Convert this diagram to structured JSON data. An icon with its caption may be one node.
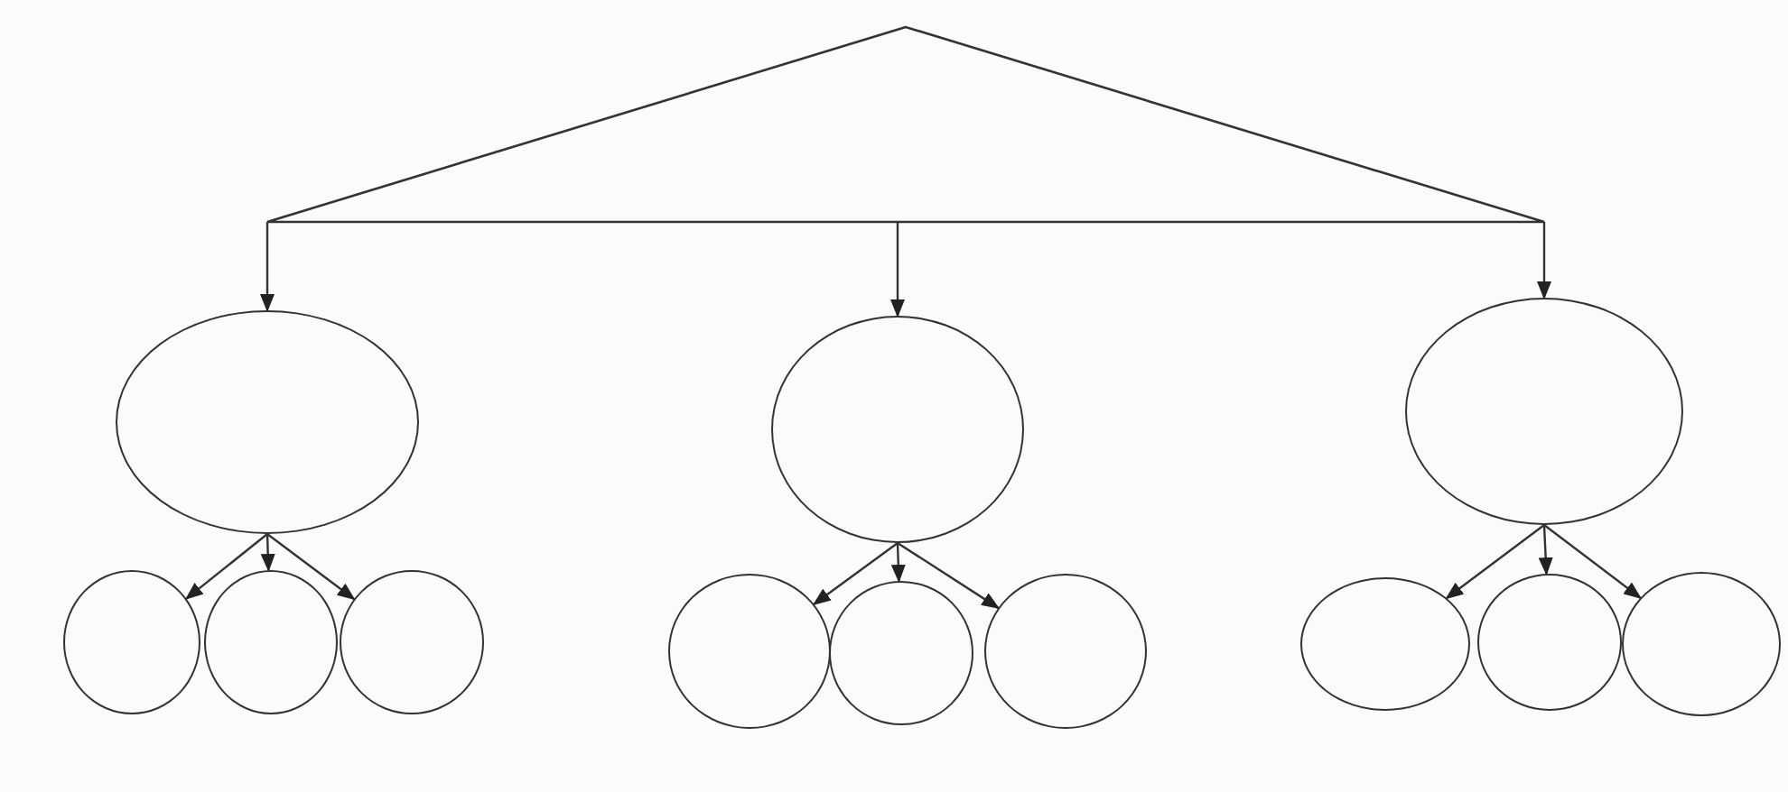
{
  "diagram": {
    "nodes": [
      {
        "text": [],
        "shape": "triangle"
      },
      {
        "text": [],
        "shape": "circle"
      },
      {
        "text": [],
        "shape": "circle"
      },
      {
        "text": [],
        "shape": "circle"
      },
      {
        "text": [],
        "shape": "circle"
      },
      {
        "text": [],
        "shape": "circle"
      },
      {
        "text": [],
        "shape": "circle"
      },
      {
        "text": [],
        "shape": "circle"
      },
      {
        "text": [],
        "shape": "circle"
      },
      {
        "text": [],
        "shape": "circle"
      },
      {
        "text": [],
        "shape": "circle"
      },
      {
        "text": [],
        "shape": "circle"
      },
      {
        "text": [],
        "shape": "circle"
      }
    ],
    "edges": [
      {
        "from": 0,
        "to": 1,
        "arrow": "to"
      },
      {
        "from": 0,
        "to": 2,
        "arrow": "to"
      },
      {
        "from": 0,
        "to": 3,
        "arrow": "to"
      },
      {
        "from": 1,
        "to": 4,
        "arrow": "to"
      },
      {
        "from": 1,
        "to": 5,
        "arrow": "to"
      },
      {
        "from": 1,
        "to": 6,
        "arrow": "to"
      },
      {
        "from": 2,
        "to": 7,
        "arrow": "to"
      },
      {
        "from": 2,
        "to": 8,
        "arrow": "to"
      },
      {
        "from": 2,
        "to": 9,
        "arrow": "to"
      },
      {
        "from": 3,
        "to": 10,
        "arrow": "to"
      },
      {
        "from": 3,
        "to": 11,
        "arrow": "to"
      },
      {
        "from": 3,
        "to": 12,
        "arrow": "to"
      }
    ]
  }
}
